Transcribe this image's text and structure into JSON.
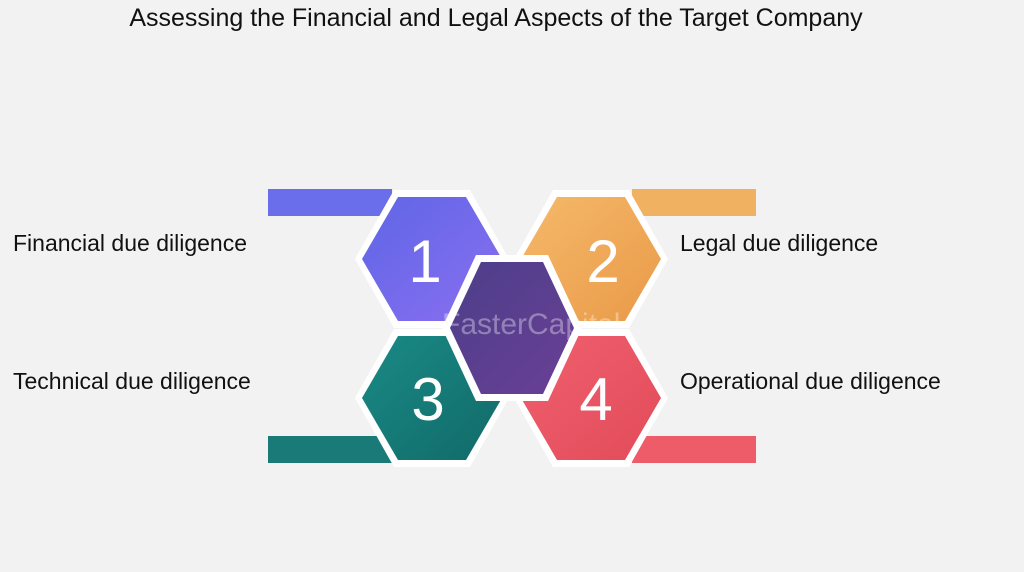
{
  "title": "Assessing the Financial and Legal Aspects of the Target Company",
  "items": [
    {
      "number": "1",
      "label": "Financial due diligence",
      "color": "#6b6bea"
    },
    {
      "number": "2",
      "label": "Legal due diligence",
      "color": "#f0ae5c"
    },
    {
      "number": "3",
      "label": "Technical due diligence",
      "color": "#197a78"
    },
    {
      "number": "4",
      "label": "Operational due diligence",
      "color": "#ee5c6a"
    }
  ],
  "center_color": "#5a3f8f",
  "watermark": "FasterCapital"
}
